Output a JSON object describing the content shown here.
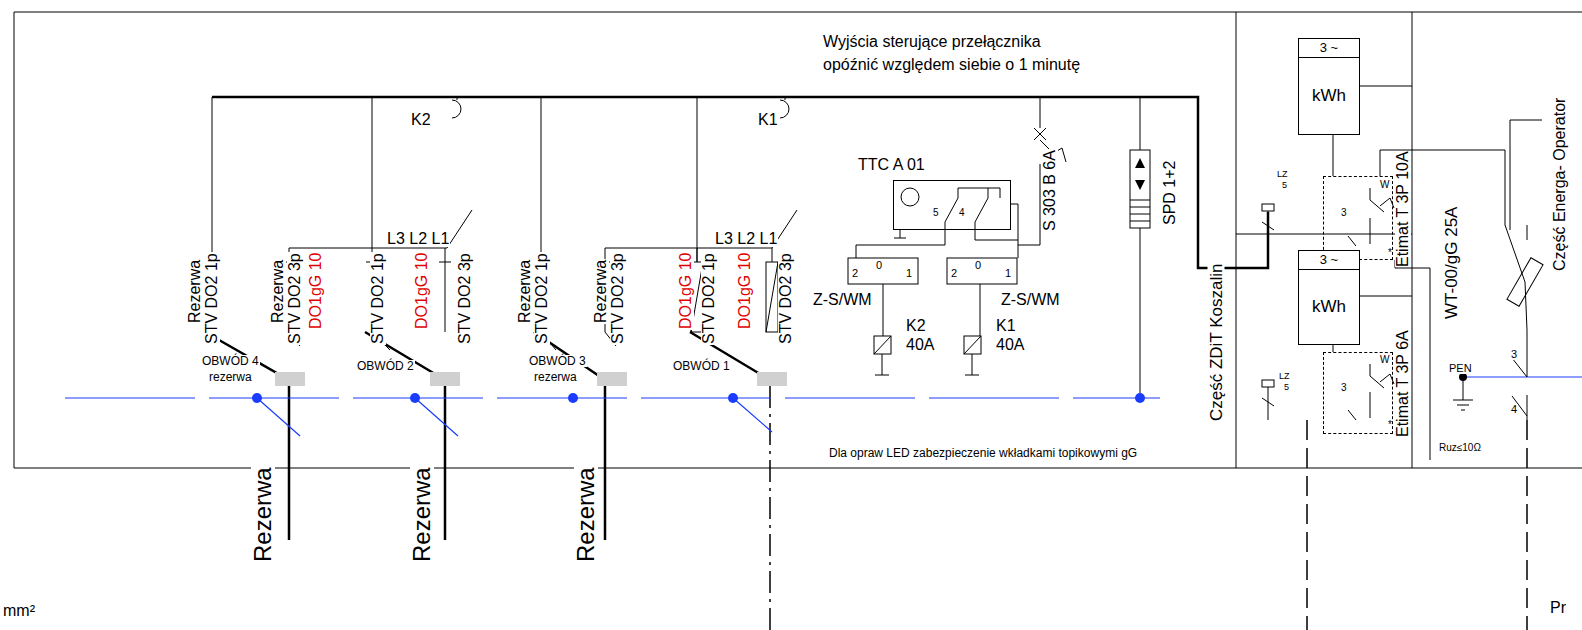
{
  "diagram": {
    "nodes": [
      {
        "text": [
          "TTC A 01"
        ]
      },
      {
        "text": [
          "3 ~",
          "kWh"
        ]
      },
      {
        "text": [
          "Etimat T 3P 10A"
        ]
      },
      {
        "text": [
          "3 ~",
          "kWh"
        ]
      },
      {
        "text": [
          "Etimat T 3P 6A"
        ]
      }
    ],
    "edges": [
      {
        "from": 1,
        "to": 2,
        "arrow": "none"
      },
      {
        "from": 3,
        "to": 4,
        "arrow": "none"
      }
    ],
    "labels": [
      "Wyjścia sterujące przełącznika",
      "opóźnić względem siebie o 1 minutę",
      "K2",
      "L3 L2 L1",
      "K1",
      "L3 L2 L1",
      "Rezerwa",
      "STV DO2 1p",
      "Rezerwa",
      "STV DO2 3p",
      "DO1gG 10",
      "STV DO2 1p",
      "DO1gG 10",
      "STV DO2 3p",
      "Rezerwa",
      "STV DO2 1p",
      "Rezerwa",
      "STV DO2 3p",
      "DO1gG 10",
      "STV DO2 1p",
      "DO1gG 10",
      "STV DO2 3p",
      "S 303 B 6A",
      "SPD 1+2",
      "5",
      "4",
      "2",
      "0",
      "1",
      "2",
      "0",
      "1",
      "Z-S/WM",
      "Z-S/WM",
      "K2",
      "40A",
      "K1",
      "40A",
      "OBWÓD 4",
      "rezerwa",
      "OBWÓD 2",
      "OBWÓD 3",
      "rezerwa",
      "OBWÓD 1",
      "Rezerwa",
      "Rezerwa",
      "Rezerwa",
      "Dla opraw LED zabezpieczenie wkładkami topikowymi gG",
      "Część ZDiT Koszalin",
      "LZ",
      "5",
      "W",
      "3",
      "*",
      "LZ",
      "5",
      "W",
      "3",
      "*",
      "WT-00/gG 25A",
      "Część Energa- Operator",
      "PEN",
      "3",
      "4",
      "Ruz≤10Ω",
      "mm²",
      "Pr"
    ]
  }
}
